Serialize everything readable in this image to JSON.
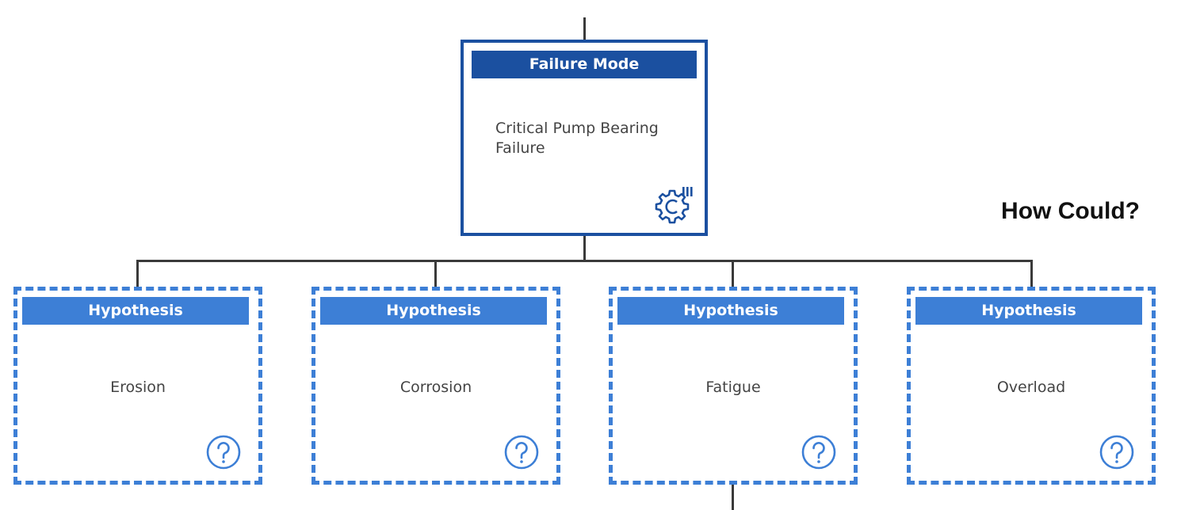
{
  "failure_mode": {
    "header": "Failure Mode",
    "text": "Critical Pump Bearing\nFailure",
    "icon": "gear-with-bars-icon"
  },
  "question": "How Could?",
  "hypotheses": [
    {
      "header": "Hypothesis",
      "text": "Erosion",
      "icon": "question-circle-icon"
    },
    {
      "header": "Hypothesis",
      "text": "Corrosion",
      "icon": "question-circle-icon"
    },
    {
      "header": "Hypothesis",
      "text": "Fatigue",
      "icon": "question-circle-icon"
    },
    {
      "header": "Hypothesis",
      "text": "Overload",
      "icon": "question-circle-icon"
    }
  ],
  "colors": {
    "failure_mode_blue": "#1b50a0",
    "hypothesis_blue": "#3d7fd6",
    "connector": "#3a3a3a",
    "body_text": "#444444"
  }
}
